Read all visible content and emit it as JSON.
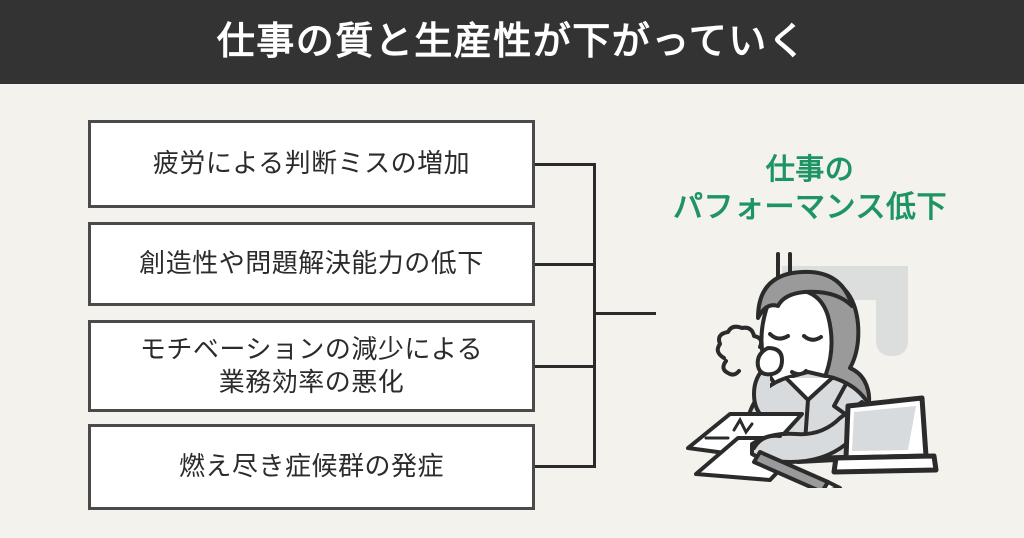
{
  "header": {
    "title": "仕事の質と生産性が下がっていく",
    "bg_color": "#333333",
    "text_color": "#ffffff"
  },
  "page": {
    "background_color": "#f3f2ed",
    "ink_color": "#2b2b2b",
    "accent_green": "#1f9463"
  },
  "boxes": [
    {
      "id": "box-1",
      "text": "疲労による判断ミスの増加"
    },
    {
      "id": "box-2",
      "text": "創造性や問題解決能力の低下"
    },
    {
      "id": "box-3",
      "line1": "モチベーションの減少による",
      "line2": "業務効率の悪化"
    },
    {
      "id": "box-4",
      "text": "燃え尽き症候群の発症"
    }
  ],
  "result_label": {
    "line1": "仕事の",
    "line2": "パフォーマンス低下",
    "color": "#1f9463"
  },
  "illustration": {
    "name": "tired-office-worker-at-desk",
    "elements": [
      "stress-lines",
      "sigh-puff",
      "woman-head-in-hand",
      "documents",
      "pencil",
      "laptop",
      "background-shape"
    ],
    "skin_color": "#ffffff",
    "hair_color": "#9a9a9a",
    "clothing_color": "#d8dbdd",
    "backdrop_color": "#dcdddd",
    "outline_color": "#2b2b2b"
  }
}
